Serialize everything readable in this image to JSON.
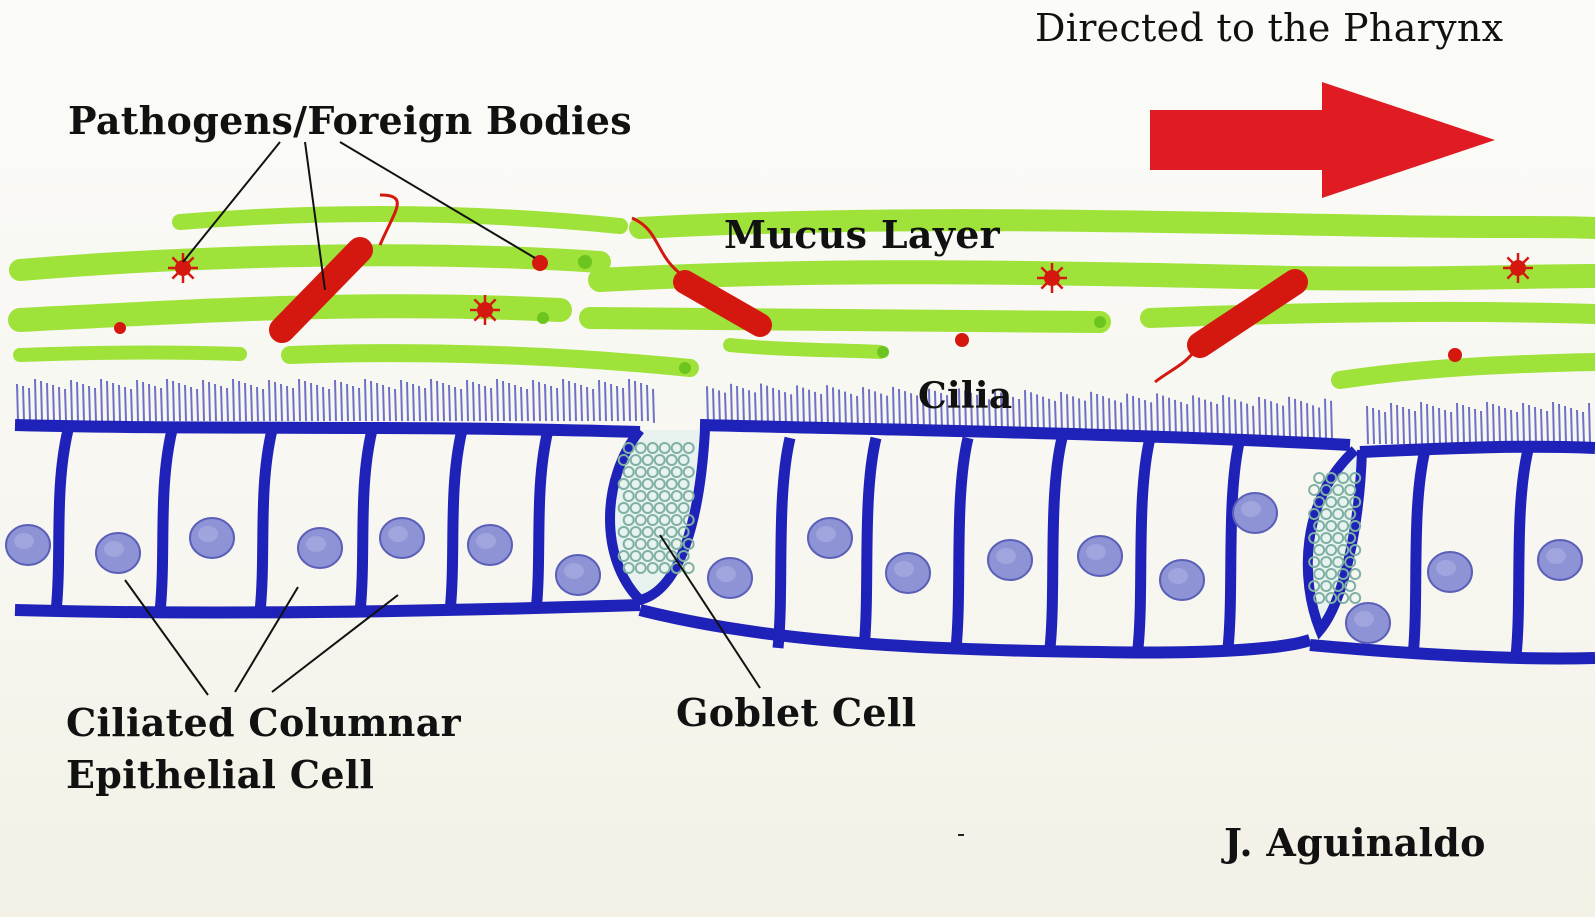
{
  "labels": {
    "direction": "Directed to the Pharynx",
    "pathogens": "Pathogens/Foreign Bodies",
    "mucus": "Mucus Layer",
    "cilia": "Cilia",
    "ciliated_line1": "Ciliated Columnar",
    "ciliated_line2": "Epithelial Cell",
    "goblet": "Goblet Cell",
    "author": "J. Aguinaldo"
  },
  "colors": {
    "mucus": "#9fe23a",
    "mucus_dark": "#6cc41e",
    "pathogen": "#d4180f",
    "arrow": "#e01b24",
    "cell_outline": "#1f22b8",
    "nucleus": "#8e93d6",
    "cilia": "#6e72c4",
    "goblet": "#7fb0a4",
    "leader_line": "#111111"
  }
}
